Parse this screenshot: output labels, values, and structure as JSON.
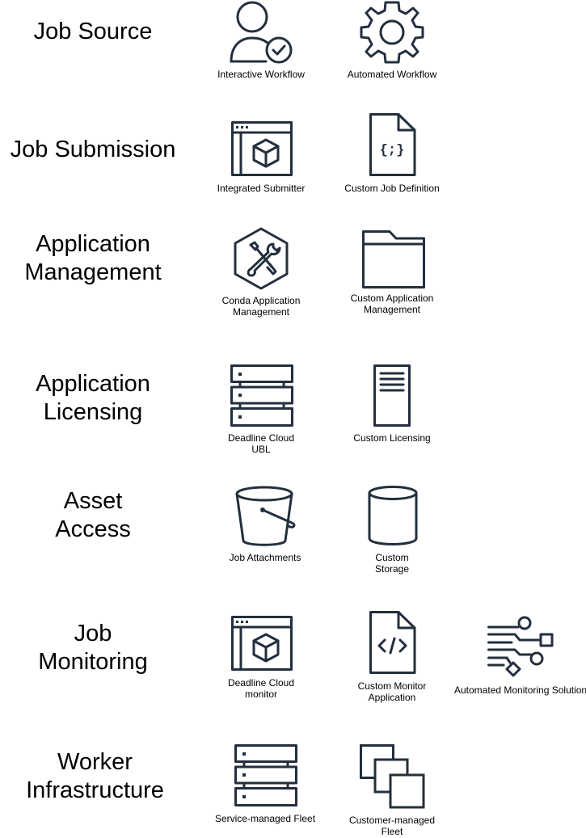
{
  "rows": [
    {
      "label": [
        "Job Source"
      ],
      "items": [
        "Interactive Workflow",
        "Automated Workflow"
      ]
    },
    {
      "label": [
        "Job Submission"
      ],
      "items": [
        "Integrated Submitter",
        "Custom Job Definition"
      ]
    },
    {
      "label": [
        "Application",
        "Management"
      ],
      "items": [
        [
          "Conda Application",
          "Management"
        ],
        [
          "Custom Application",
          "Management"
        ]
      ]
    },
    {
      "label": [
        "Application",
        "Licensing"
      ],
      "items": [
        [
          "Deadline Cloud",
          "UBL"
        ],
        "Custom Licensing"
      ]
    },
    {
      "label": [
        "Asset",
        "Access"
      ],
      "items": [
        "Job Attachments",
        [
          "Custom",
          "Storage"
        ]
      ]
    },
    {
      "label": [
        "Job",
        "Monitoring"
      ],
      "items": [
        [
          "Deadline Cloud",
          "monitor"
        ],
        [
          "Custom Monitor",
          "Application"
        ],
        "Automated Monitoring Solution"
      ]
    },
    {
      "label": [
        "Worker",
        "Infrastructure"
      ],
      "items": [
        "Service-managed Fleet",
        [
          "Customer-managed",
          "Fleet"
        ]
      ]
    }
  ],
  "icons": {
    "job_source": [
      "user-check-icon",
      "gear-icon"
    ],
    "job_submission": [
      "app-window-cube-icon",
      "json-document-icon"
    ],
    "application_management": [
      "tools-hexagon-icon",
      "folder-icon"
    ],
    "application_licensing": [
      "server-stack-icon",
      "license-server-icon"
    ],
    "asset_access": [
      "bucket-icon",
      "cylinder-storage-icon"
    ],
    "job_monitoring": [
      "app-window-cube-icon",
      "code-document-icon",
      "automation-flow-icon"
    ],
    "worker_infrastructure": [
      "server-stack-icon",
      "stacked-squares-icon"
    ]
  },
  "colors": {
    "icon_stroke": "#232f3e",
    "text": "#000000",
    "background": "#ffffff"
  }
}
